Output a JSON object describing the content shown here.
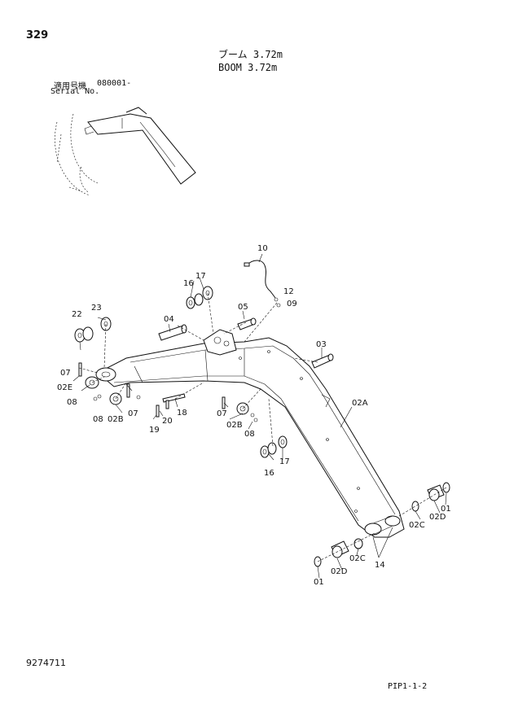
{
  "header": {
    "page_number": "329",
    "title_jp": "ブーム 3.72m",
    "title_en": "BOOM 3.72m",
    "serial_label_jp": "適用号機",
    "serial_code": "080001-",
    "serial_label_en": "Serial No."
  },
  "footer": {
    "doc_number": "9274711",
    "page_code": "PIP1-1-2"
  },
  "parts": {
    "p01a": "01",
    "p01b": "01",
    "p02A": "02A",
    "p02B_left": "02B",
    "p02B_right": "02B",
    "p02C_right": "02C",
    "p02C_left": "02C",
    "p02D_right": "02D",
    "p02D_left": "02D",
    "p02E": "02E",
    "p03": "03",
    "p04": "04",
    "p05": "05",
    "p07a": "07",
    "p07b": "07",
    "p07c": "07",
    "p08a": "08",
    "p08b": "08",
    "p08c": "08",
    "p09": "09",
    "p10": "10",
    "p12": "12",
    "p14": "14",
    "p16a": "16",
    "p16b": "16",
    "p17a": "17",
    "p17b": "17",
    "p18": "18",
    "p19": "19",
    "p20": "20",
    "p22": "22",
    "p23": "23"
  }
}
